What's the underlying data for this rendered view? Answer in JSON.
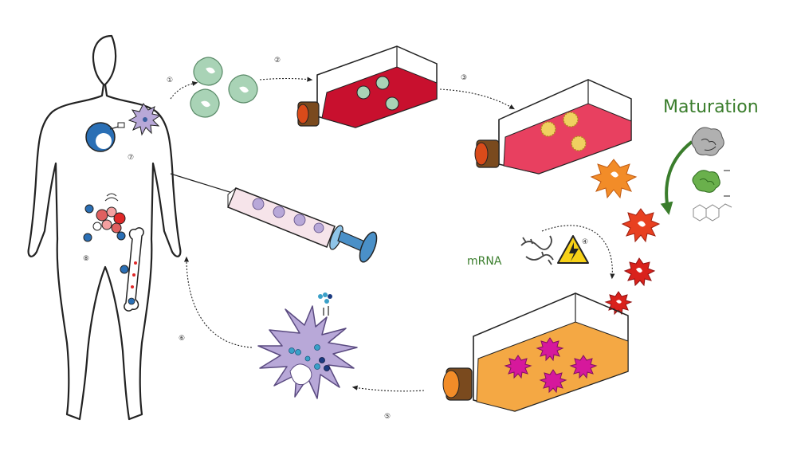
{
  "labels": {
    "maturation": "Maturation",
    "mrna": "mRNA"
  },
  "steps": [
    "①",
    "②",
    "③",
    "④",
    "⑤",
    "⑥",
    "⑦",
    "⑧"
  ],
  "colors": {
    "outline": "#222222",
    "monocyte_green": "#a9d3b6",
    "flask_red": "#c8102e",
    "flask_orange": "#f4a844",
    "cap_brown": "#7a4a1e",
    "cap_rim": "#d94b1a",
    "dc_orange": "#f28c28",
    "dc_red": "#d9221c",
    "dc_magenta": "#d6189c",
    "dc_purple": "#b8a8d8",
    "maturation_green": "#3a7d2c",
    "syringe_blue": "#4a90c8",
    "warning_yellow": "#f7d117"
  },
  "icons": [
    "human-body-outline",
    "monocyte-cell",
    "culture-flask",
    "dendritic-cell",
    "syringe",
    "warning-high-voltage-icon",
    "mrna-strand",
    "maturation-arrow",
    "cytokine-protein",
    "small-molecule",
    "bone",
    "antigen-receptor"
  ]
}
